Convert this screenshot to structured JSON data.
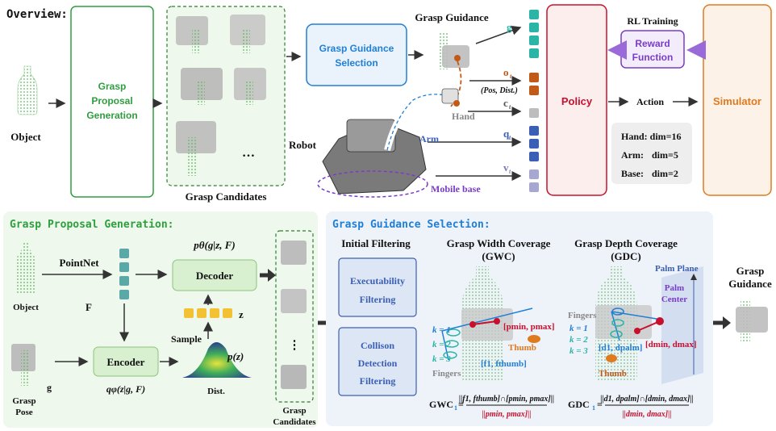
{
  "overview": {
    "title": "Overview:",
    "object_label": "Object",
    "proposal_box": [
      "Grasp",
      "Proposal",
      "Generation"
    ],
    "candidates_label": "Grasp Candidates",
    "candidates_ellipsis": "…",
    "selection_box": [
      "Grasp Guidance",
      "Selection"
    ],
    "guidance_label": "Grasp Guidance",
    "obs": {
      "g": "g",
      "o": "o",
      "c": "c",
      "q": "q",
      "v": "v",
      "sub": "t",
      "pos_dist": "(Pos, Dist.)"
    },
    "hand_label": "Hand",
    "arm_label": "Arm",
    "mobile_label": "Mobile base",
    "robot_label": "Robot",
    "policy_label": "Policy",
    "action_label": "Action",
    "simulator_label": "Simulator",
    "rl_label": "RL Training",
    "reward_box": [
      "Reward",
      "Function"
    ],
    "dims": {
      "hand": "Hand: dim=16",
      "arm": "Arm:",
      "arm_val": "dim=5",
      "base": "Base:",
      "base_val": "dim=2"
    }
  },
  "gpg": {
    "title": "Grasp Proposal Generation:",
    "pointnet": "PointNet",
    "object": "Object",
    "F": "F",
    "decoder": "Decoder",
    "p_theta": "pθ(g|z, F)",
    "encoder": "Encoder",
    "q_phi": "qφ(z|g, F)",
    "sample": "Sample",
    "z": "z",
    "pz": "p(z)",
    "dist": "Dist.",
    "g": "g",
    "grasp_pose": [
      "Grasp",
      "Pose"
    ],
    "candidates": [
      "Grasp",
      "Candidates"
    ],
    "vdots": "⋮"
  },
  "ggs": {
    "title": "Grasp Guidance Selection:",
    "initial_filtering": "Initial Filtering",
    "exec_box": [
      "Executability",
      "Filtering"
    ],
    "collision_box": [
      "Collison",
      "Detection",
      "Filtering"
    ],
    "gwc_title": [
      "Grasp Width Coverage",
      "(GWC)"
    ],
    "gdc_title": [
      "Grasp Depth Coverage",
      "(GDC)"
    ],
    "k1": "k = 1",
    "k2": "k = 2",
    "k3": "k = 3",
    "fingers": "Fingers",
    "thumb": "Thumb",
    "p_range": "[pmin, pmax]",
    "f_range": "[f1, fthumb]",
    "palm_plane": "Palm Plane",
    "palm_center": [
      "Palm",
      "Center"
    ],
    "d_palm": "[d1, dpalm]",
    "d_range": "[dmin, dmax]",
    "gwc_formula": {
      "lhs": "GWC",
      "sub": "1",
      "num": "||f1, fthumb]∩[pmin, pmax]||",
      "den": "||pmin, pmax]||"
    },
    "gdc_formula": {
      "lhs": "GDC",
      "sub": "1",
      "num": "||d1, dpalm]∩[dmin, dmax]||",
      "den": "||dmin, dmax]||"
    },
    "grasp_guidance": [
      "Grasp",
      "Guidance"
    ]
  },
  "colors": {
    "green": "#2e9e3e",
    "green_fill": "#eef8ec",
    "blue": "#1f7fd6",
    "red": "#c8102e",
    "orange": "#e07a1f",
    "purple": "#7a3cc8",
    "teal": "#2bb5a6",
    "rust": "#c25a17",
    "navy": "#3b5fb4",
    "lavender": "#a7a7cf"
  }
}
